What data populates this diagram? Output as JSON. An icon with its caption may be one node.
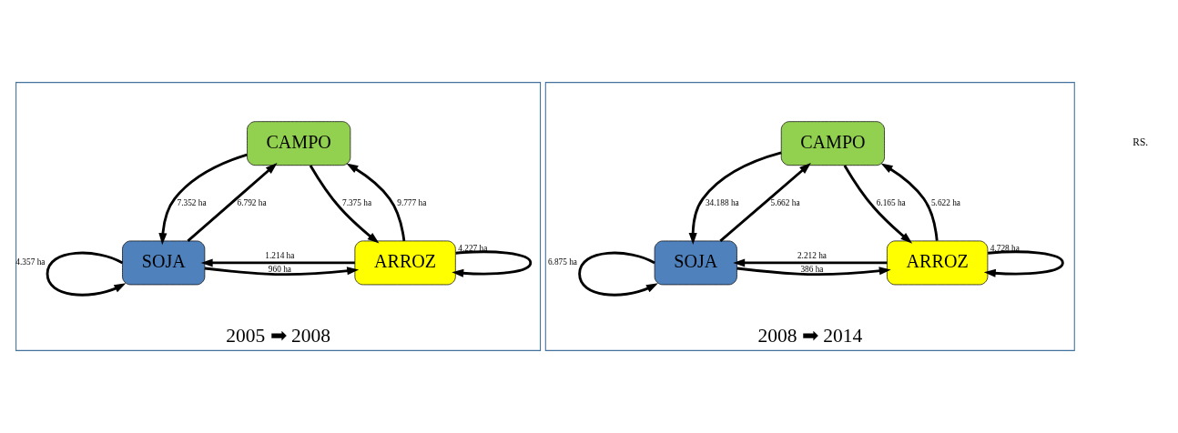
{
  "diagram": {
    "nodes": [
      {
        "text": [
          "2005 ➡ 2008"
        ]
      },
      {
        "text": [
          "CAMPO"
        ],
        "in": 0
      },
      {
        "text": [
          "SOJA"
        ],
        "in": 0
      },
      {
        "text": [
          "ARROZ"
        ],
        "in": 0
      },
      {
        "text": [
          "2008 ➡ 2014"
        ]
      },
      {
        "text": [
          "CAMPO"
        ],
        "in": 4
      },
      {
        "text": [
          "SOJA"
        ],
        "in": 4
      },
      {
        "text": [
          "ARROZ"
        ],
        "in": 4
      }
    ],
    "edges": [
      {
        "from": 2,
        "to": 1,
        "arrow": "to",
        "label": "6.792 ha"
      },
      {
        "from": 1,
        "to": 2,
        "arrow": "to",
        "label": "7.352 ha"
      },
      {
        "from": 1,
        "to": 3,
        "arrow": "to",
        "label": "7.375 ha"
      },
      {
        "from": 3,
        "to": 1,
        "arrow": "to",
        "label": "9.777 ha"
      },
      {
        "from": 2,
        "to": 3,
        "arrow": "to",
        "label": "960 ha"
      },
      {
        "from": 3,
        "to": 2,
        "arrow": "to",
        "label": "1.214 ha"
      },
      {
        "from": 2,
        "to": 2,
        "arrow": "to",
        "label": "4.357 ha"
      },
      {
        "from": 3,
        "to": 3,
        "arrow": "to",
        "label": "4.227 ha"
      },
      {
        "from": 6,
        "to": 5,
        "arrow": "to",
        "label": "5.662 ha"
      },
      {
        "from": 5,
        "to": 6,
        "arrow": "to",
        "label": "34.188 ha"
      },
      {
        "from": 5,
        "to": 7,
        "arrow": "to",
        "label": "6.165 ha"
      },
      {
        "from": 7,
        "to": 5,
        "arrow": "to",
        "label": "5.622 ha"
      },
      {
        "from": 6,
        "to": 7,
        "arrow": "to",
        "label": "386 ha"
      },
      {
        "from": 7,
        "to": 6,
        "arrow": "to",
        "label": "2.212 ha"
      },
      {
        "from": 6,
        "to": 6,
        "arrow": "to",
        "label": "6.875 ha"
      },
      {
        "from": 7,
        "to": 7,
        "arrow": "to",
        "label": "4.728 ha"
      }
    ],
    "labels": [
      "RS."
    ]
  }
}
